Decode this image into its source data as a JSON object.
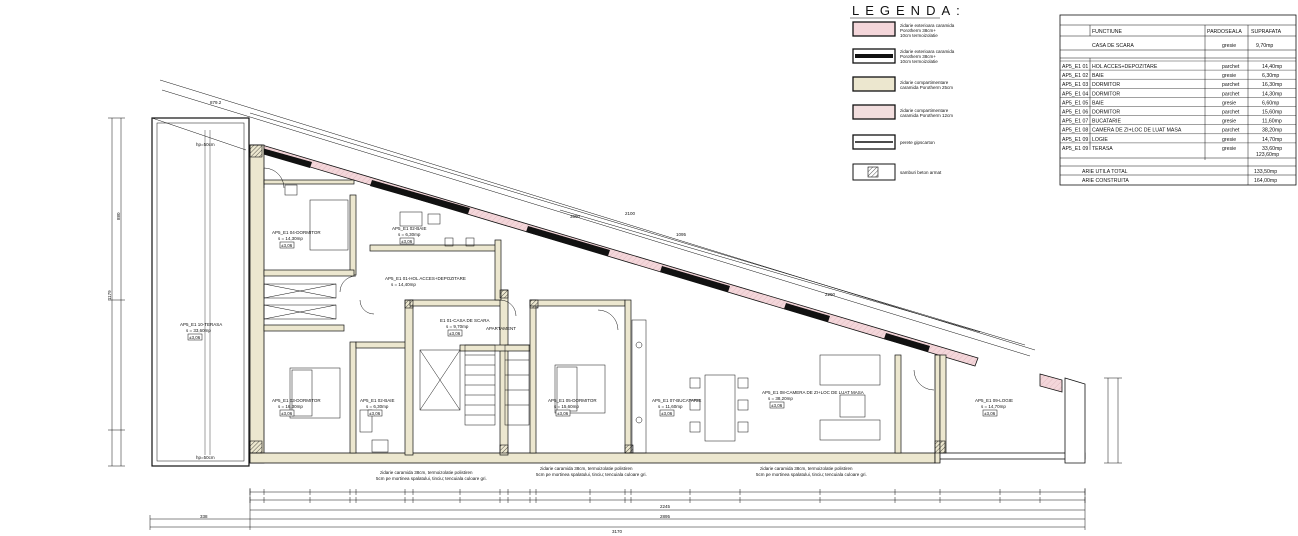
{
  "legend": {
    "title": "LEGENDA:",
    "items": [
      {
        "label1": "zidarie exterioara caramida",
        "label2": "Porotherm 38cm+",
        "label3": "10cm termoizolatie",
        "fill": "#f4d6da",
        "icon": "hatched-wall-swatch"
      },
      {
        "label1": "zidarie exterioara caramida",
        "label2": "Porotherm 38cm+",
        "label3": "10cm termoizolatie",
        "fill": "#111111",
        "icon": "solid-wall-swatch"
      },
      {
        "label1": "zidarie compartimentare",
        "label2": "caramida Porotherm 25cm",
        "label3": "",
        "fill": "#ece7cf",
        "icon": "partition-wall-swatch"
      },
      {
        "label1": "zidarie compartimentare",
        "label2": "caramida Porotherm 12cm",
        "label3": "",
        "fill": "#f2dede",
        "icon": "thin-wall-swatch"
      },
      {
        "label1": "perete gipscarton",
        "label2": "",
        "label3": "",
        "fill": "#ffffff",
        "icon": "drywall-swatch"
      },
      {
        "label1": "samburi beton armat",
        "label2": "",
        "label3": "",
        "fill": "#ffffff",
        "icon": "concrete-core-swatch"
      }
    ]
  },
  "table": {
    "headers": [
      "FUNCTIUNE",
      "PARDOSEALA",
      "SUPRAFATA"
    ],
    "stair_row": {
      "name": "CASA DE SCARA",
      "floor": "gresie",
      "area": "9,70mp"
    },
    "rows": [
      {
        "code": "AP5_E1 01",
        "name": "HOL ACCES+DEPOZITARE",
        "floor": "parchet",
        "area": "14,40mp"
      },
      {
        "code": "AP5_E1 02",
        "name": "BAIE",
        "floor": "gresie",
        "area": "6,30mp"
      },
      {
        "code": "AP5_E1 03",
        "name": "DORMITOR",
        "floor": "parchet",
        "area": "16,30mp"
      },
      {
        "code": "AP5_E1 04",
        "name": "DORMITOR",
        "floor": "parchet",
        "area": "14,30mp"
      },
      {
        "code": "AP5_E1 05",
        "name": "BAIE",
        "floor": "gresie",
        "area": "6,60mp"
      },
      {
        "code": "AP5_E1 06",
        "name": "DORMITOR",
        "floor": "parchet",
        "area": "15,60mp"
      },
      {
        "code": "AP5_E1 07",
        "name": "BUCATARIE",
        "floor": "gresie",
        "area": "11,60mp"
      },
      {
        "code": "AP5_E1 08",
        "name": "CAMERA DE ZI+LOC DE LUAT MASA",
        "floor": "parchet",
        "area": "38,20mp"
      },
      {
        "code": "AP5_E1 09",
        "name": "LOGIE",
        "floor": "gresie",
        "area": "14,70mp"
      },
      {
        "code": "AP5_E1 09",
        "name": "TERASA",
        "floor": "gresie",
        "area": "33,60mp"
      }
    ],
    "subtotal": "123,60mp",
    "totals": [
      {
        "label": "ARIE UTILA TOTAL",
        "value": "133,50mp"
      },
      {
        "label": "ARIE CONSTRUITA",
        "value": "164,00mp"
      }
    ]
  },
  "rooms": [
    {
      "label": "AP5_E1 04-DORMITOR",
      "area": "s = 14,30mp",
      "tag": "±3,06"
    },
    {
      "label": "AP5_E1 02-BAIE",
      "area": "s = 6,30mp",
      "tag": "±3,06"
    },
    {
      "label": "AP5_E1 01-HOL ACCES+DEPOZITARE",
      "area": "s = 14,40mp",
      "tag": ""
    },
    {
      "label": "E1 01-CASA DE SCARA",
      "area": "s = 9,70mp",
      "tag": "±3,06"
    },
    {
      "label": "AP5_E1 10-TERASA",
      "area": "s = 33,60mp",
      "tag": "±3,06"
    },
    {
      "label": "AP5_E1 03-DORMITOR",
      "area": "s = 16,30mp",
      "tag": "±3,06"
    },
    {
      "label": "AP5_E1 02-BAIE",
      "area": "s = 6,30mp",
      "tag": "±3,06"
    },
    {
      "label": "AP5_E1 05-DORMITOR",
      "area": "s = 15,60mp",
      "tag": "±3,06"
    },
    {
      "label": "AP5_E1 07-BUCATARIE",
      "area": "s = 11,60mp",
      "tag": "±3,06"
    },
    {
      "label": "AP5_E1 08-CAMERA DE ZI+LOC DE LUAT MASA",
      "area": "s = 38,20mp",
      "tag": "±3,06"
    },
    {
      "label": "AP5_E1 09-LOGIE",
      "area": "s = 14,70mp",
      "tag": "±3,06"
    }
  ],
  "labels": {
    "elevator": "APARTAMENT",
    "note1a": "zidarie caramida 38cm, termoizolatie polistiren",
    "note1b": "5cm pe mortinea spalatului, tinciu; tencuiala culoare gri.",
    "note2a": "zidarie caramida 38cm, termoizolatie polistiren",
    "note2b": "5cm pe mortinea spalatului, tinciu; tencuiala culoare gri.",
    "note3a": "zidarie caramida 38cm, termoizolatie polistiren",
    "note3b": "5cm pe mortinea spalatului, tinciu; tencuiala culoare gri.",
    "dim_total": "3170",
    "dim_sub1": "2895",
    "dim_sub2": "2245",
    "dim_left": "338",
    "dim_a": "880",
    "dim_b": "2100",
    "dim_c": "1179",
    "dim_diag1": "879.2",
    "dim_diag2": "2100",
    "dim_diag3": "1095",
    "dim_diag4": "2290",
    "dim_diag5": "3690",
    "hp": "hp=50cm"
  }
}
